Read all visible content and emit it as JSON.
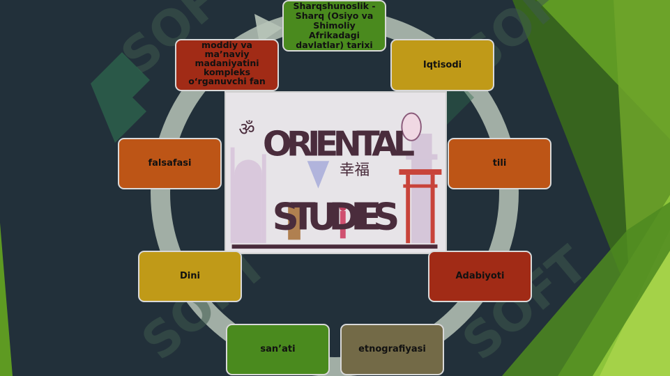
{
  "diagram": {
    "center_image": {
      "line1": "ORIENTAL",
      "line2": "STUDIES",
      "cjk": "幸福"
    },
    "nodes": [
      {
        "id": "top",
        "label": "Sharqshunoslik - Sharq (Osiyo va Shimoliy Afrikadagi davlatlar) tarixi"
      },
      {
        "id": "iqtisodi",
        "label": "Iqtisodi"
      },
      {
        "id": "tili",
        "label": "tili"
      },
      {
        "id": "adabiyoti",
        "label": "Adabiyoti"
      },
      {
        "id": "etnografiyasi",
        "label": "etnografiyasi"
      },
      {
        "id": "sanati",
        "label": "san’ati"
      },
      {
        "id": "dini",
        "label": "Dini"
      },
      {
        "id": "falsafasi",
        "label": "falsafasi"
      },
      {
        "id": "moddiy",
        "label": "moddiy va ma’naviy madaniyatini kompleks o‘rganuvchi fan"
      }
    ],
    "watermark": "SOFT",
    "colors": {
      "red": "#a12b16",
      "green": "#4a8a1e",
      "yellow": "#c09a18",
      "orange": "#bd5516",
      "olive": "#736a47",
      "background": "#22303a"
    }
  }
}
